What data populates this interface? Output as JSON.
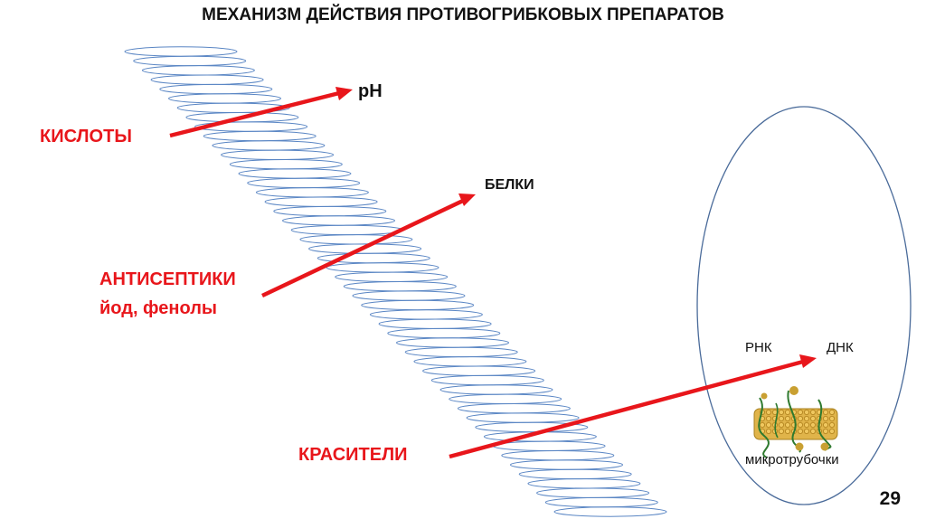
{
  "title": "МЕХАНИЗМ ДЕЙСТВИЯ ПРОТИВОГРИБКОВЫХ ПРЕПАРАТОВ",
  "labels": {
    "acids": "КИСЛОТЫ",
    "ph": "pH",
    "proteins": "БЕЛКИ",
    "antiseptics": "АНТИСЕПТИКИ",
    "antiseptics_examples": "йод, фенолы",
    "dyes": "КРАСИТЕЛИ",
    "rna": "РНК",
    "dna": "ДНК",
    "microtubules": "микротрубочки"
  },
  "page_number": "29",
  "colors": {
    "arrow": "#e8161b",
    "coil": "#5a86c4",
    "cell_outline": "#4a6b9a",
    "microtubule": "#d4a53a",
    "strand": "#2f7a2f"
  }
}
